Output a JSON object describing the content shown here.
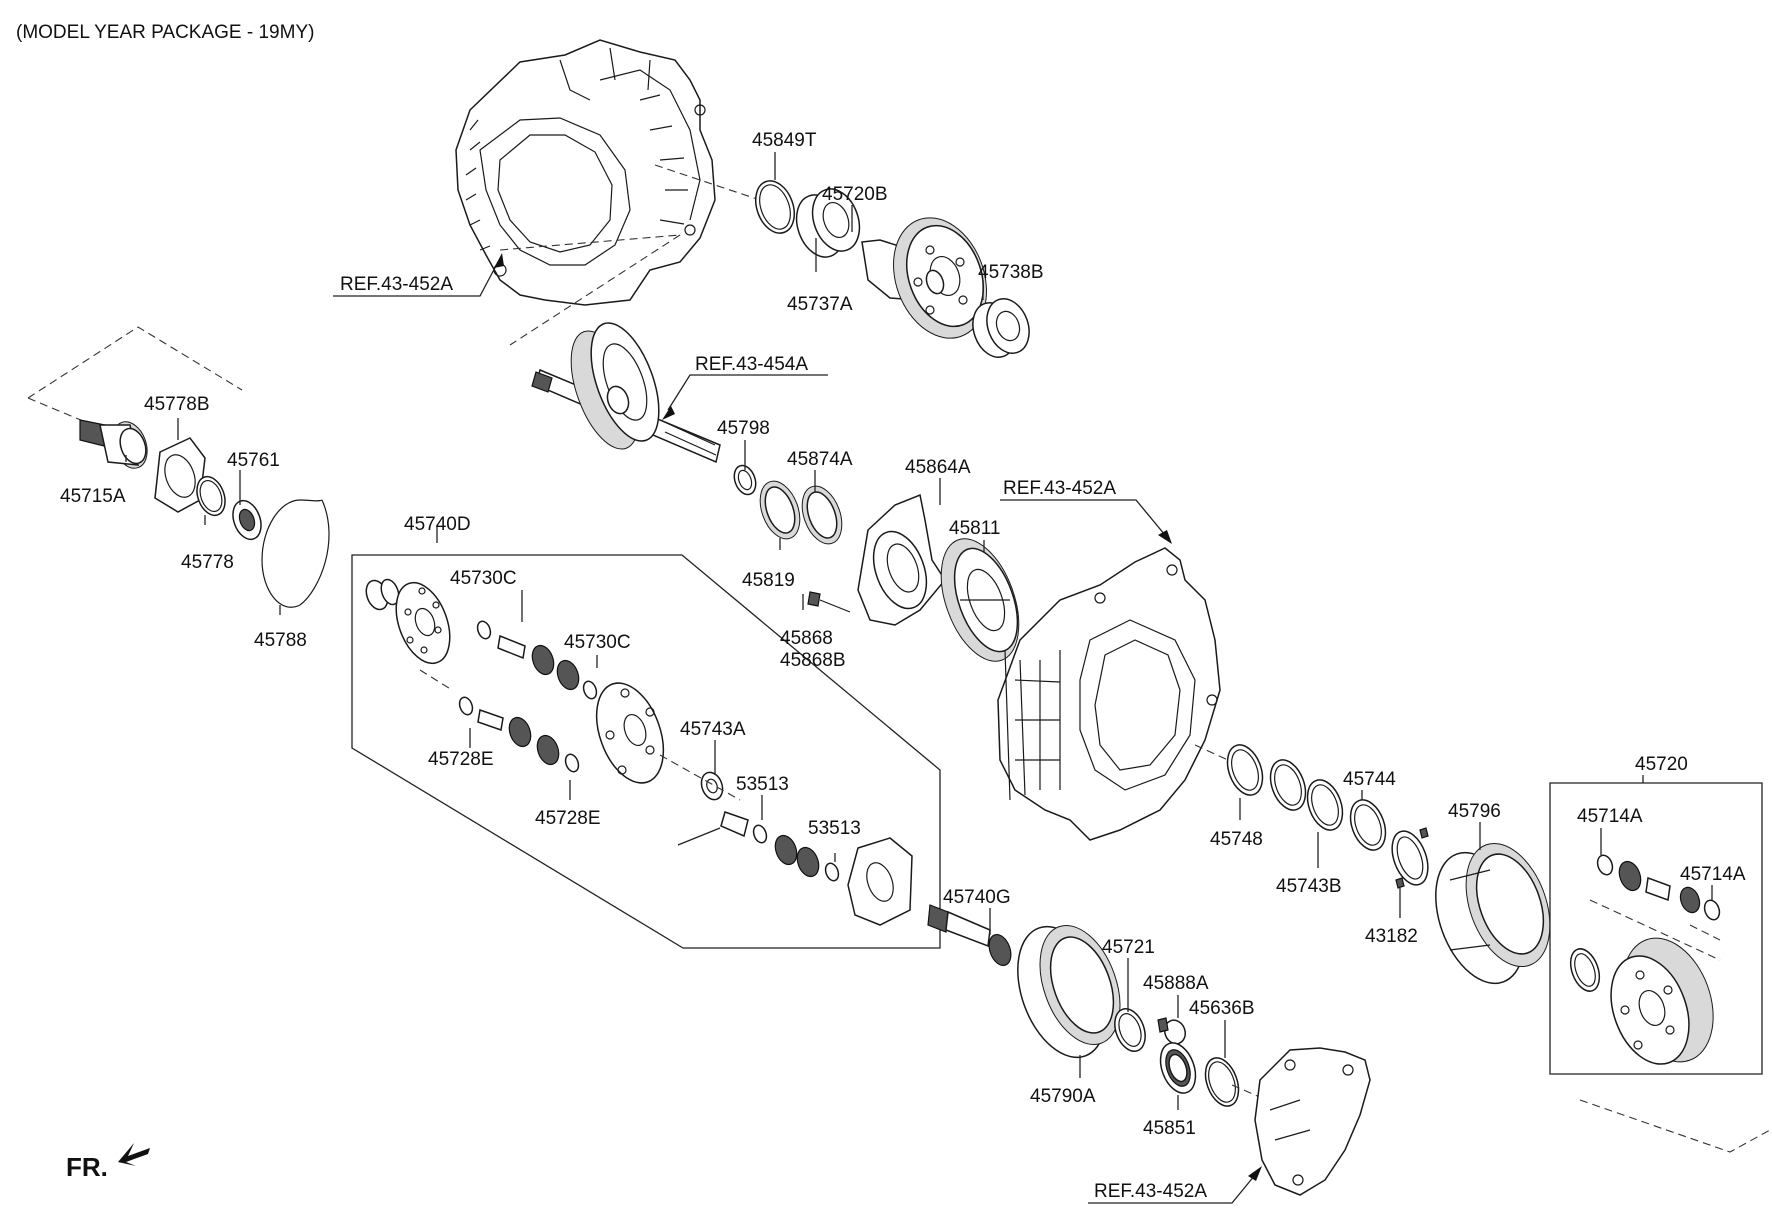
{
  "header": {
    "note": "(MODEL YEAR PACKAGE - 19MY)"
  },
  "front_marker": {
    "label": "FR."
  },
  "references": [
    {
      "id": "ref-top",
      "label": "REF.43-452A"
    },
    {
      "id": "ref-shaft",
      "label": "REF.43-454A"
    },
    {
      "id": "ref-case",
      "label": "REF.43-452A"
    },
    {
      "id": "ref-cover",
      "label": "REF.43-452A"
    }
  ],
  "parts": [
    "45849T",
    "45720B",
    "45737A",
    "45738B",
    "45778B",
    "45761",
    "45715A",
    "45778",
    "45788",
    "45798",
    "45874A",
    "45864A",
    "45819",
    "45811",
    "45868",
    "45868B",
    "45740D",
    "45730C",
    "45730C",
    "45728E",
    "45743A",
    "53513",
    "45728E",
    "53513",
    "45744",
    "45748",
    "45743B",
    "45796",
    "43182",
    "45720",
    "45714A",
    "45714A",
    "45740G",
    "45721",
    "45888A",
    "45636B",
    "45790A",
    "45851"
  ]
}
